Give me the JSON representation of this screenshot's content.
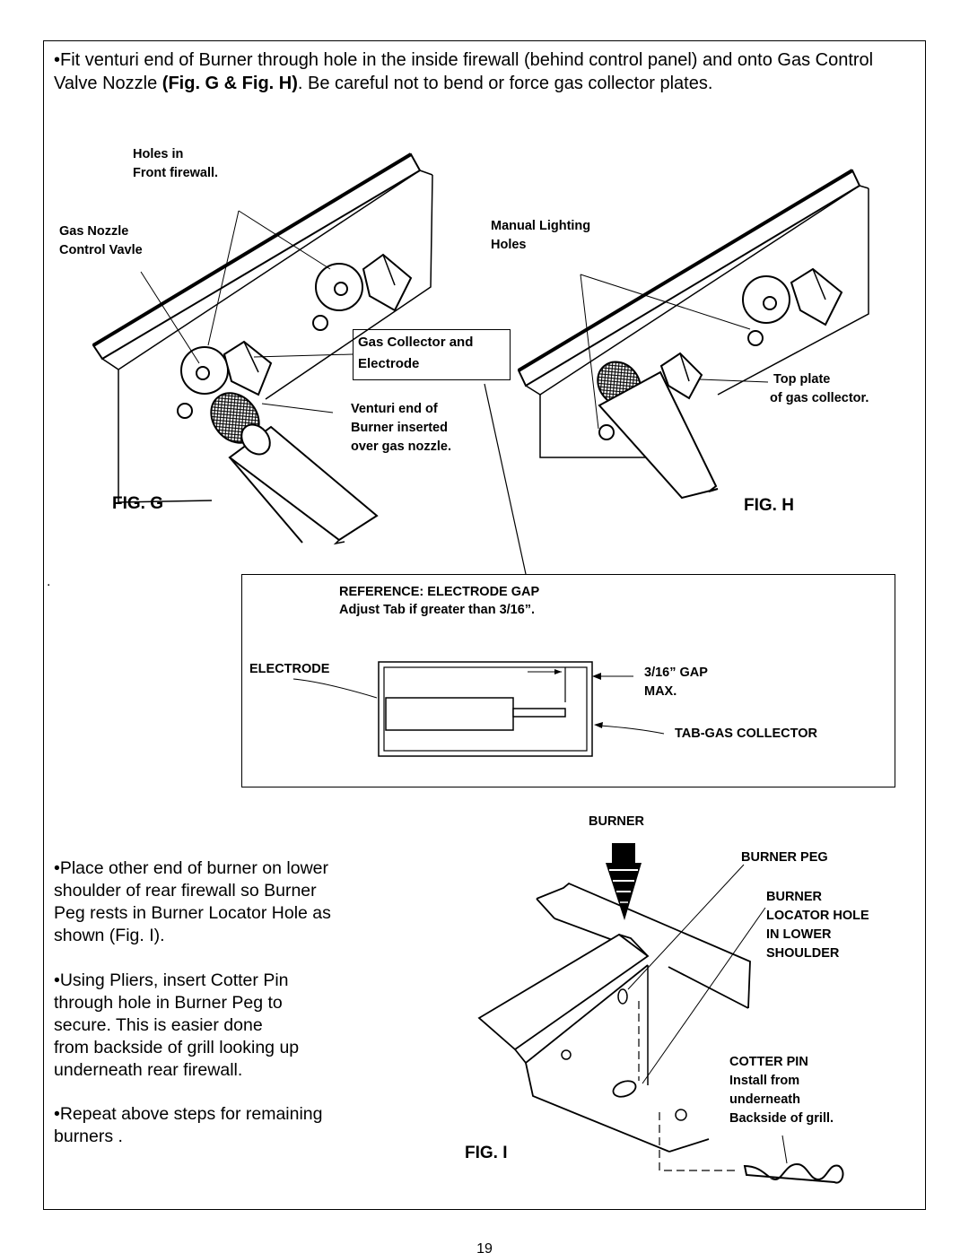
{
  "intro": {
    "bullet": "•",
    "part1": "Fit venturi end of Burner through hole in the inside firewall (behind control panel) and onto Gas Control Valve Nozzle ",
    "bold": "(Fig. G & Fig. H)",
    "part2": ". Be careful not to bend or force gas collector plates."
  },
  "fig_g": {
    "label": "FIG. G",
    "holes_line1": "Holes in",
    "holes_line2": "Front firewall.",
    "nozzle_line1": "Gas Nozzle",
    "nozzle_line2": "Control Vavle",
    "collector_line1": "Gas Collector and",
    "collector_line2": "Electrode",
    "venturi_line1": "Venturi end of",
    "venturi_line2": "Burner inserted",
    "venturi_line3": "over gas nozzle."
  },
  "fig_h": {
    "label": "FIG. H",
    "manual_line1": "Manual Lighting",
    "manual_line2": "Holes",
    "topplate_line1": "Top plate",
    "topplate_line2": "of gas collector."
  },
  "reference": {
    "title": "REFERENCE: ELECTRODE GAP",
    "subtitle": "Adjust Tab  if greater than 3/16”.",
    "electrode": "ELECTRODE",
    "gap_line1": "3/16” GAP",
    "gap_line2": "MAX.",
    "tab": "TAB-GAS COLLECTOR"
  },
  "stray_dot": ".",
  "steps": [
    "•Place other end of burner on lower\n shoulder of rear firewall so Burner\n Peg rests in Burner Locator Hole as\n shown (Fig. I).",
    "•Using Pliers, insert Cotter Pin\n through hole in Burner Peg to\n secure. This is easier done\n from backside of grill looking up\n underneath rear firewall.",
    "•Repeat above steps for remaining\n burners ."
  ],
  "fig_i": {
    "label": "FIG. I",
    "burner": "BURNER",
    "peg": "BURNER PEG",
    "locator_line1": "BURNER",
    "locator_line2": "LOCATOR HOLE",
    "locator_line3": "IN LOWER",
    "locator_line4": "SHOULDER",
    "cotter_line1": "COTTER PIN",
    "cotter_line2": "Install from",
    "cotter_line3": "underneath",
    "cotter_line4": "Backside of grill."
  },
  "page_number": "19"
}
